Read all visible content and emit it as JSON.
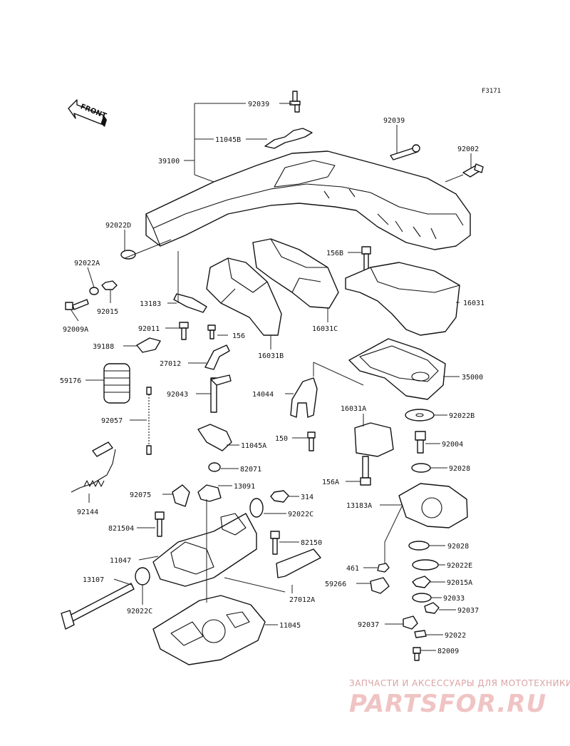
{
  "figure_code": "F3171",
  "front_label": "FRONT",
  "watermark": {
    "top": "ЗАПЧАСТИ И АКСЕССУАРЫ ДЛЯ МОТОТЕХНИКИ",
    "logo": "PARTSFOR.RU"
  },
  "labels": {
    "p92039a": "92039",
    "p11045b": "11045B",
    "p39100": "39100",
    "p92039b": "92039",
    "p92002": "92002",
    "p92022d": "92022D",
    "p92022a": "92022A",
    "p92015": "92015",
    "p92009a": "92009A",
    "p13183": "13183",
    "p156b": "156B",
    "p16031": "16031",
    "p16031c": "16031C",
    "p92011": "92011",
    "p156": "156",
    "p39188": "39188",
    "p27012": "27012",
    "p16031b": "16031B",
    "p35000": "35000",
    "p59176": "59176",
    "p92043": "92043",
    "p14044": "14044",
    "p16031a": "16031A",
    "p92022b": "92022B",
    "p92057": "92057",
    "p150": "150",
    "p11045a": "11045A",
    "p92004": "92004",
    "p82071": "82071",
    "p92028a": "92028",
    "p156a": "156A",
    "p92075": "92075",
    "p13091": "13091",
    "p314": "314",
    "p13183a": "13183A",
    "p92144": "92144",
    "p92022c_a": "92022C",
    "p821504": "821504",
    "p82150": "82150",
    "p92028b": "92028",
    "p11047": "11047",
    "p461": "461",
    "p92022e": "92022E",
    "p13107": "13107",
    "p59266": "59266",
    "p92015a": "92015A",
    "p27012a": "27012A",
    "p92033": "92033",
    "p92022c_b": "92022C",
    "p92037a": "92037",
    "p92037b": "92037",
    "p11045": "11045",
    "p92022": "92022",
    "p82009": "82009"
  }
}
